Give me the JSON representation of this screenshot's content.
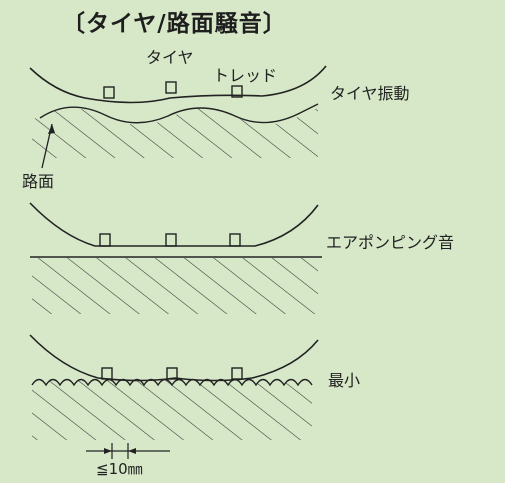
{
  "title": "〔タイヤ/路面騒音〕",
  "panels": [
    {
      "labels": {
        "tire": "タイヤ",
        "tread": "トレッド",
        "road": "路面",
        "result": "タイヤ振動"
      }
    },
    {
      "labels": {
        "result": "エアポンピング音"
      }
    },
    {
      "labels": {
        "result": "最小",
        "dimension": "≦10㎜"
      }
    }
  ]
}
